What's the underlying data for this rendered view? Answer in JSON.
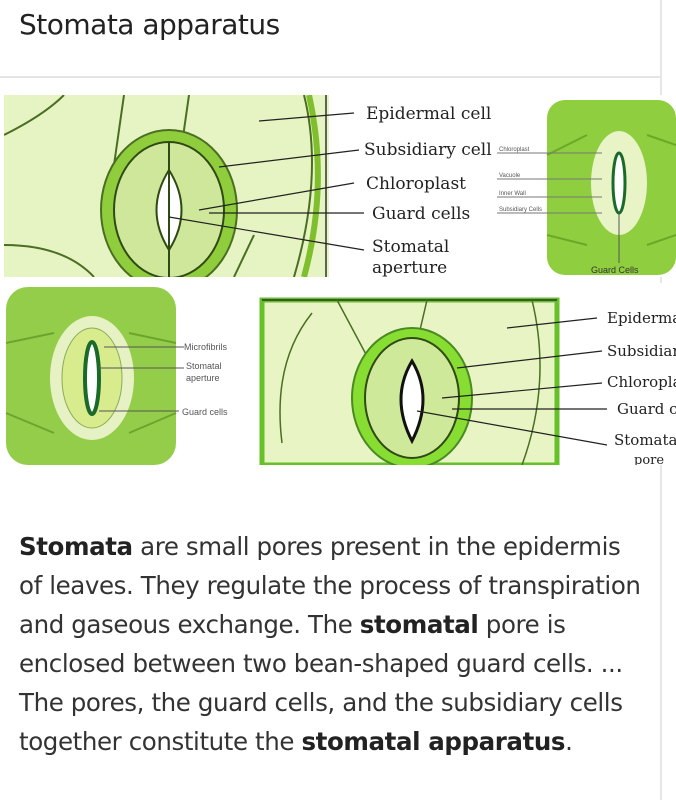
{
  "title": "Stomata apparatus",
  "images": [
    {
      "labels": [
        "Epidermal cell",
        "Subsidiary cell",
        "Chloroplast",
        "Guard cells",
        "Stomatal",
        "aperture"
      ]
    },
    {
      "labels": [
        "Chloroplast",
        "Vacuole",
        "Inner Wall",
        "Subsidiary Cells",
        "Guard Cells"
      ]
    },
    {
      "labels": [
        "Microfibrils",
        "Stomatal",
        "aperture",
        "Guard cells"
      ]
    },
    {
      "labels": [
        "Epidermal cell",
        "Subsidiary cell",
        "Chloroplast",
        "Guard cells",
        "Stomatal",
        "pore"
      ]
    }
  ],
  "snippet": {
    "b1": "Stomata",
    "t1": " are small pores present in the epidermis of leaves. They regulate the process of transpiration and gaseous exchange. The ",
    "b2": "stomatal",
    "t2": " pore is enclosed between two bean-shaped guard cells. ... The pores, the guard cells, and the subsidiary cells together constitute the ",
    "b3": "stomatal apparatus",
    "t3": "."
  },
  "colors": {
    "light_green": "#e3f2b8",
    "mid_green": "#8fd33a",
    "dark_line": "#3d5a1e"
  }
}
